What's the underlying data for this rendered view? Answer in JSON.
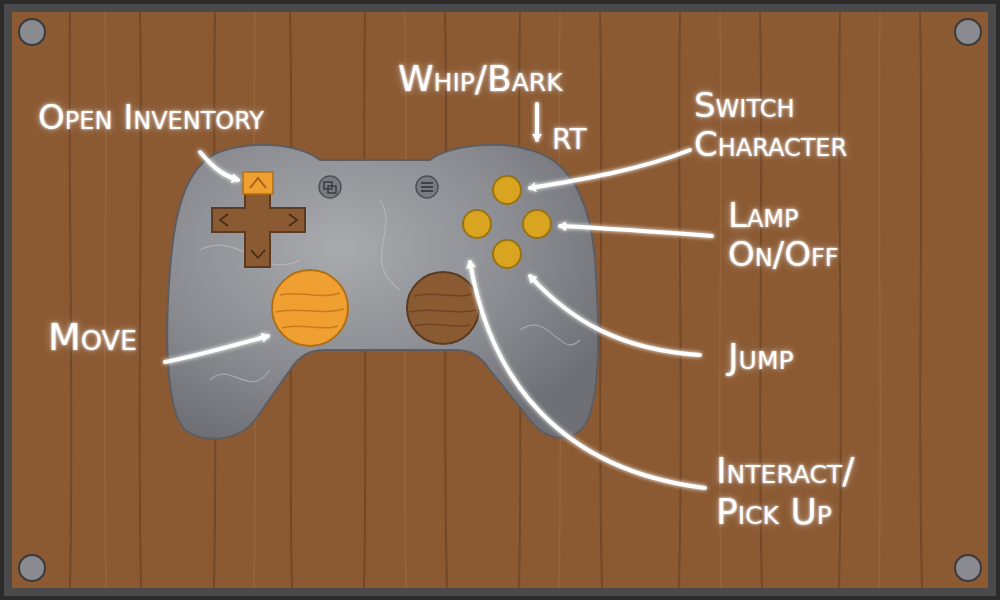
{
  "diagram": {
    "labels": [
      "Open Inventory",
      "Whip/Bark",
      "RT",
      "Switch Character",
      "Lamp On/Off",
      "Move",
      "Jump",
      "Interact/ Pick Up"
    ]
  }
}
